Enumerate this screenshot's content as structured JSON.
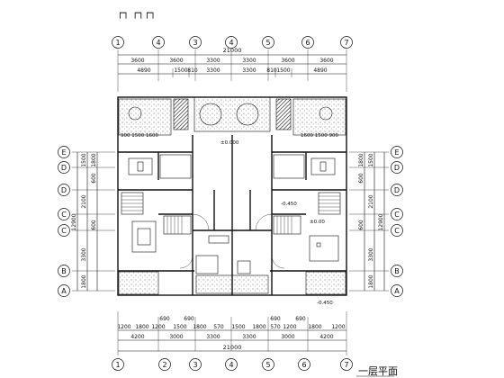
{
  "drawing": {
    "title": "一层平面",
    "header_marks": "┌┐  ┌┐┌┐"
  },
  "axes": {
    "top": [
      "1",
      "4",
      "3",
      "4",
      "5",
      "6",
      "7"
    ],
    "bottom": [
      "1",
      "2",
      "3",
      "4",
      "5",
      "6",
      "7"
    ],
    "left": [
      "E",
      "D",
      "D",
      "C",
      "C",
      "B",
      "A"
    ],
    "right": [
      "E",
      "D",
      "D",
      "C",
      "C",
      "B",
      "A"
    ]
  },
  "dims": {
    "top_total": "21000",
    "top_row1": [
      "3600",
      "3600",
      "3300",
      "3300",
      "3600",
      "3600"
    ],
    "top_row2": [
      "4890",
      "1500",
      "810",
      "3300",
      "3300",
      "810",
      "1500",
      "4890"
    ],
    "bottom_row1": [
      "1200",
      "1800",
      "1200",
      "1500",
      "1800",
      "1500",
      "1800",
      "1200",
      "1800",
      "1200"
    ],
    "bottom_row1_upper": [
      "690",
      "690",
      "690",
      "690"
    ],
    "bottom_row2": [
      "4200",
      "3000",
      "3300",
      "3300",
      "3000",
      "4200"
    ],
    "bottom_total": "21000",
    "bottom_small": [
      "570",
      "570"
    ],
    "left_segments": [
      "1500",
      "600",
      "2100",
      "3300",
      "1800"
    ],
    "left_extra": [
      "1800",
      "600"
    ],
    "left_total": "12900",
    "right_segments": [
      "1500",
      "600",
      "2100",
      "3300",
      "1800"
    ],
    "right_extra": [
      "1800",
      "600"
    ],
    "right_total": "12900"
  },
  "annotations": {
    "level_0": "±0.000",
    "level_0_right": "±0.00",
    "level_neg": "-0.450",
    "level_mid": "-0.450",
    "balcony_left": "900  1500  1600",
    "balcony_right": "1600  1500  900"
  }
}
